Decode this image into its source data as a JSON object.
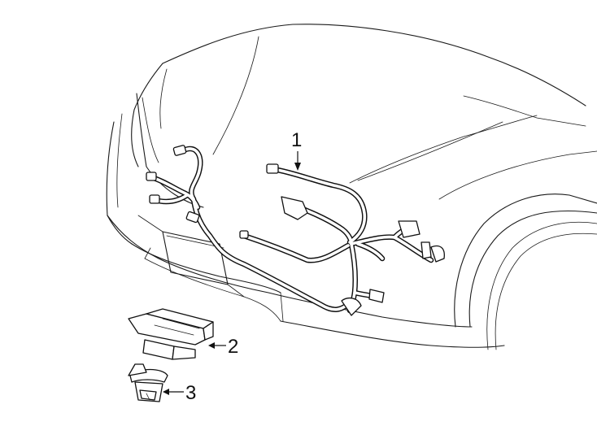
{
  "diagram": {
    "callouts": [
      {
        "number": "1",
        "part": "wiring-harness"
      },
      {
        "number": "2",
        "part": "sensor-module"
      },
      {
        "number": "3",
        "part": "retainer-clip"
      }
    ],
    "colors": {
      "line": "#111111",
      "background": "#ffffff"
    }
  }
}
